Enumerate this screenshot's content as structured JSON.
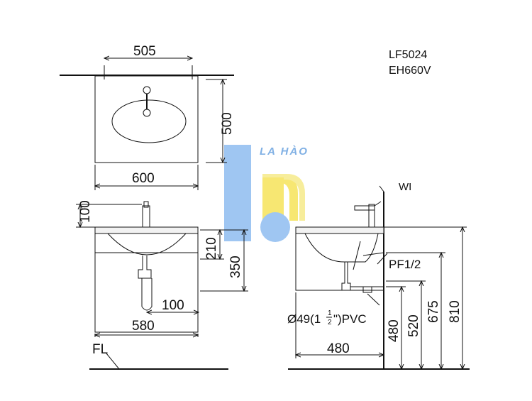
{
  "models": {
    "line1": "LF5024",
    "line2": "EH660V"
  },
  "watermark": {
    "text": "LA HÀO",
    "color_blue": "#7fb3e8",
    "color_yellow": "#f4e04d"
  },
  "top_view": {
    "dim_mount_width": "505",
    "dim_depth": "500",
    "dim_width": "600"
  },
  "front_view": {
    "dim_faucet_height": "100",
    "dim_basin_depth": "210",
    "dim_cabinet_height": "350",
    "dim_drain_offset": "100",
    "dim_cabinet_width": "580",
    "floor_label": "FL"
  },
  "side_view": {
    "wall_label": "WI",
    "supply_label": "PF1/2",
    "drain_prefix": "Ø49(1",
    "drain_frac_top": "1",
    "drain_frac_bottom": "2",
    "drain_suffix": "\")PVC",
    "dim_depth": "480",
    "dim_drain_height": "480",
    "dim_supply_low": "520",
    "dim_supply_high": "675",
    "dim_top_height": "810"
  },
  "colors": {
    "line": "#111111",
    "fill_light": "#f2f2f2"
  }
}
